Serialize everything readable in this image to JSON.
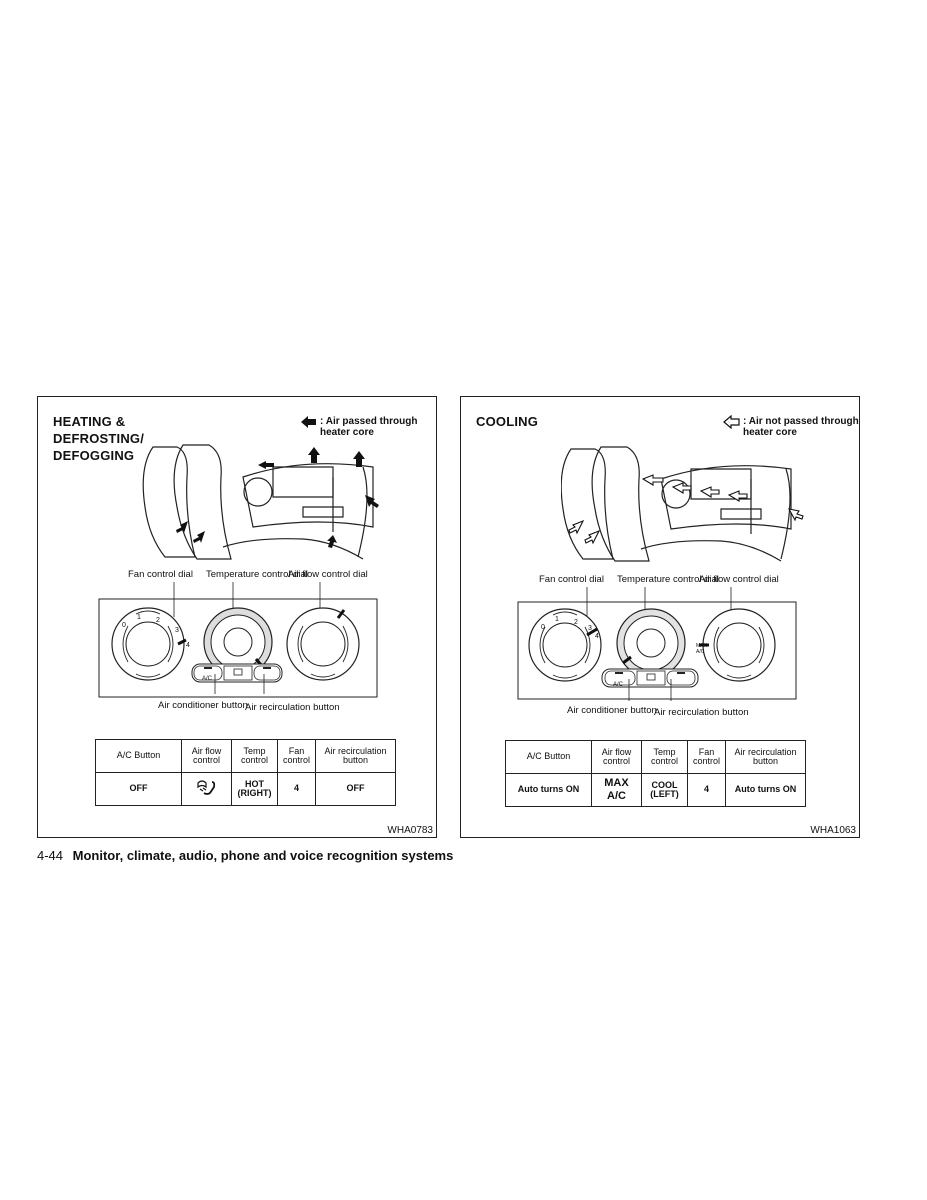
{
  "left": {
    "title_lines": [
      "HEATING &",
      "DEFROSTING/",
      "DEFOGGING"
    ],
    "legend": "Air passed through heater core",
    "labels": {
      "fan": "Fan control dial",
      "temp": "Temperature control dial",
      "airflow": "Air flow control dial",
      "ac": "Air conditioner button",
      "recirc": "Air recirculation button"
    },
    "table": {
      "headers": [
        "A/C Button",
        "Air flow control",
        "Temp control",
        "Fan control",
        "Air recirculation button"
      ],
      "values": [
        "OFF",
        "",
        "HOT (RIGHT)",
        "4",
        "OFF"
      ]
    },
    "figure_code": "WHA0783"
  },
  "right": {
    "title_lines": [
      "COOLING"
    ],
    "legend": "Air not passed through heater core",
    "labels": {
      "fan": "Fan control dial",
      "temp": "Temperature control dial",
      "airflow": "Air flow control dial",
      "ac": "Air conditioner button",
      "recirc": "Air recirculation button"
    },
    "table": {
      "headers": [
        "A/C Button",
        "Air flow control",
        "Temp control",
        "Fan control",
        "Air recirculation button"
      ],
      "values": [
        "Auto turns ON",
        "MAX A/C",
        "COOL (LEFT)",
        "4",
        "Auto turns ON"
      ]
    },
    "figure_code": "WHA1063"
  },
  "panel_text": {
    "fan_ticks": [
      "0",
      "1",
      "2",
      "3",
      "4"
    ],
    "ac_button": "A/C",
    "max_ac": "MAX A/C"
  },
  "footer": {
    "page_number": "4-44",
    "section_title": "Monitor, climate, audio, phone and voice recognition systems"
  }
}
